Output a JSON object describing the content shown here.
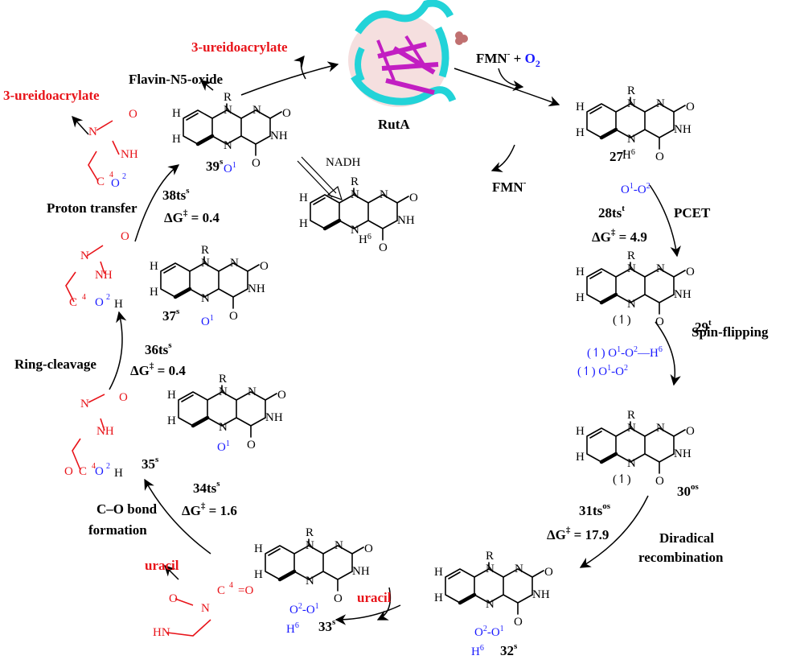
{
  "enzyme": {
    "name": "RutA"
  },
  "cycle": {
    "input": {
      "fmn": "FMN",
      "fmn_charge": "-",
      "plus": " + ",
      "o2": "O",
      "o2_sub": "2"
    },
    "release_fmn": "FMN",
    "product_top": "3-ureidoacrylate",
    "product_left": "3-ureidoacrylate",
    "flavin_n5_oxide": "Flavin-N5-oxide",
    "nadh": "NADH",
    "uracil_in": "uracil",
    "uracil_mol": "uracil"
  },
  "steps": [
    {
      "id": "pcet",
      "label": "PCET"
    },
    {
      "id": "spin",
      "label": "Spin-flipping"
    },
    {
      "id": "diradical",
      "line1": "Diradical",
      "line2": "recombination"
    },
    {
      "id": "co",
      "line1": "C–O bond",
      "line2": "formation"
    },
    {
      "id": "ring",
      "label": "Ring-cleavage"
    },
    {
      "id": "proton",
      "label": "Proton transfer"
    }
  ],
  "species": [
    {
      "id": "27t",
      "num": "27",
      "sup": "t"
    },
    {
      "id": "29t",
      "num": "29",
      "sup": "t"
    },
    {
      "id": "30os",
      "num": "30",
      "sup": "os"
    },
    {
      "id": "32s",
      "num": "32",
      "sup": "s"
    },
    {
      "id": "33s",
      "num": "33",
      "sup": "s"
    },
    {
      "id": "35s",
      "num": "35",
      "sup": "s"
    },
    {
      "id": "37s",
      "num": "37",
      "sup": "s"
    },
    {
      "id": "39s",
      "num": "39",
      "sup": "s"
    }
  ],
  "transition_states": [
    {
      "id": "28ts",
      "num": "28ts",
      "sup": "t",
      "dg": "4.9"
    },
    {
      "id": "31ts",
      "num": "31ts",
      "sup": "os",
      "dg": "17.9"
    },
    {
      "id": "34ts",
      "num": "34ts",
      "sup": "s",
      "dg": "1.6"
    },
    {
      "id": "36ts",
      "num": "36ts",
      "sup": "s",
      "dg": "0.4"
    },
    {
      "id": "38ts",
      "num": "38ts",
      "sup": "s",
      "dg": "0.4"
    }
  ],
  "dg_symbol": "ΔG",
  "dg_dagger": "‡",
  "dg_eq": " = ",
  "colors": {
    "product": "#e8141a",
    "oxygen_label": "#1a1aff",
    "protein_helix": "#22d3d8",
    "protein_sheet": "#c21ec2"
  }
}
